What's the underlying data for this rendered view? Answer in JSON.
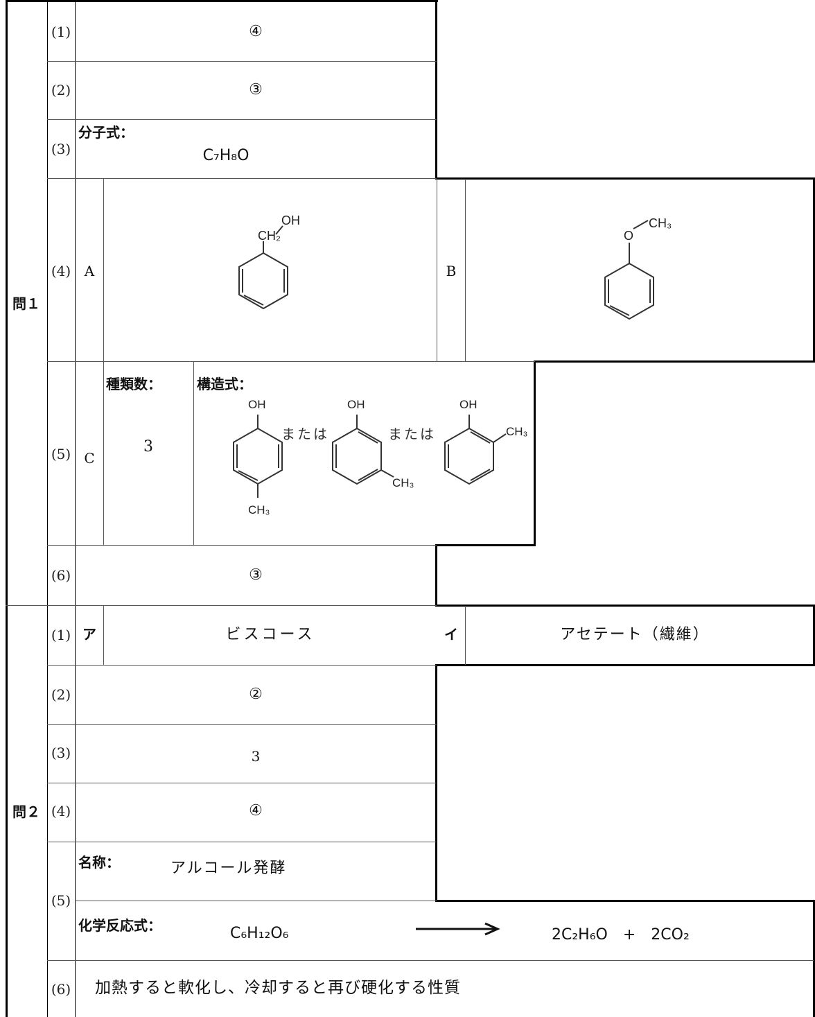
{
  "q1": {
    "label": "問１",
    "items": [
      {
        "num": "(1)",
        "answer": "④"
      },
      {
        "num": "(2)",
        "answer": "③"
      },
      {
        "num": "(3)",
        "formula_label": "分子式：",
        "formula": "C₇H₈O"
      },
      {
        "num": "(4)",
        "a_label": "A",
        "b_label": "B",
        "a_struct": {
          "oh": "OH",
          "ch2": "CH₂"
        },
        "b_struct": {
          "o": "O",
          "ch3": "CH₃"
        }
      },
      {
        "num": "(5)",
        "c_label": "C",
        "count_label": "種類数：",
        "count": "3",
        "struct_label": "構造式：",
        "or_text": "または",
        "structs": [
          {
            "oh": "OH",
            "ch3": "CH₃"
          },
          {
            "oh": "OH",
            "ch3": "CH₃"
          },
          {
            "oh": "OH",
            "ch3": "CH₃"
          }
        ]
      },
      {
        "num": "(6)",
        "answer": "③"
      }
    ]
  },
  "q2": {
    "label": "問２",
    "items": [
      {
        "num": "(1)",
        "a_label": "ア",
        "a_answer": "ビスコース",
        "i_label": "イ",
        "i_answer": "アセテート（繊維）"
      },
      {
        "num": "(2)",
        "answer": "②"
      },
      {
        "num": "(3)",
        "answer": "3"
      },
      {
        "num": "(4)",
        "answer": "④"
      },
      {
        "num": "(5)",
        "name_label": "名称：",
        "name": "アルコール発酵",
        "eq_label": "化学反応式：",
        "reactant": "C₆H₁₂O₆",
        "products": "2C₂H₆O　+　2CO₂"
      },
      {
        "num": "(6)",
        "answer": "加熱すると軟化し、冷却すると再び硬化する性質"
      }
    ]
  }
}
